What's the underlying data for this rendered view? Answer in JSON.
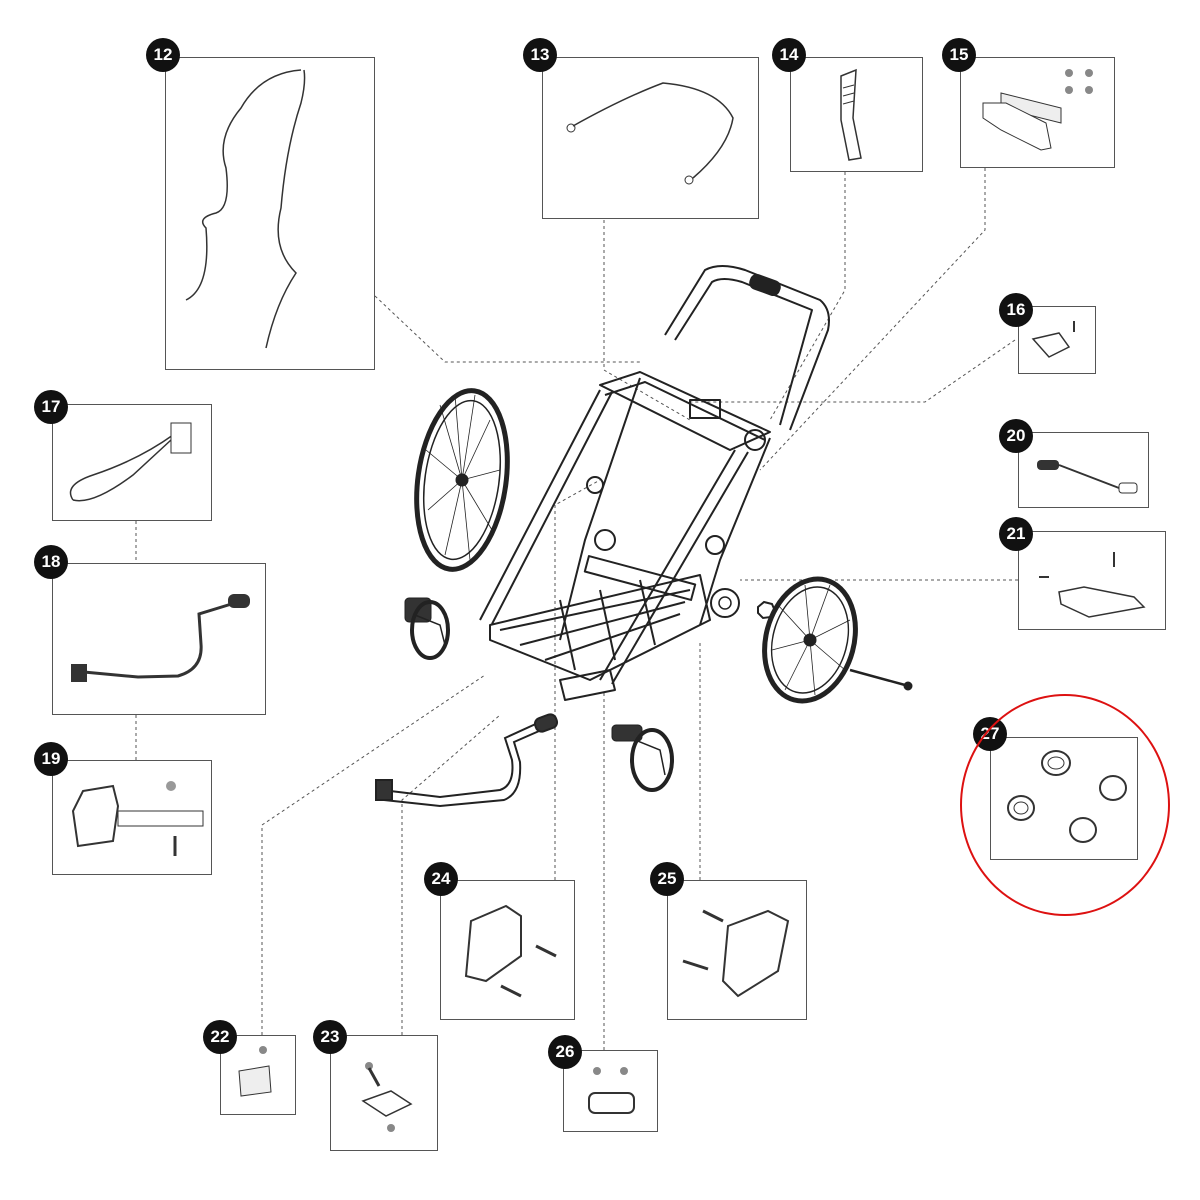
{
  "callouts": [
    {
      "id": "12",
      "label": "12"
    },
    {
      "id": "13",
      "label": "13"
    },
    {
      "id": "14",
      "label": "14"
    },
    {
      "id": "15",
      "label": "15"
    },
    {
      "id": "16",
      "label": "16"
    },
    {
      "id": "17",
      "label": "17"
    },
    {
      "id": "18",
      "label": "18"
    },
    {
      "id": "19",
      "label": "19"
    },
    {
      "id": "20",
      "label": "20"
    },
    {
      "id": "21",
      "label": "21"
    },
    {
      "id": "22",
      "label": "22"
    },
    {
      "id": "23",
      "label": "23"
    },
    {
      "id": "24",
      "label": "24"
    },
    {
      "id": "25",
      "label": "25"
    },
    {
      "id": "26",
      "label": "26"
    },
    {
      "id": "27",
      "label": "27"
    }
  ],
  "highlight": {
    "target": "27",
    "color": "#d11"
  }
}
